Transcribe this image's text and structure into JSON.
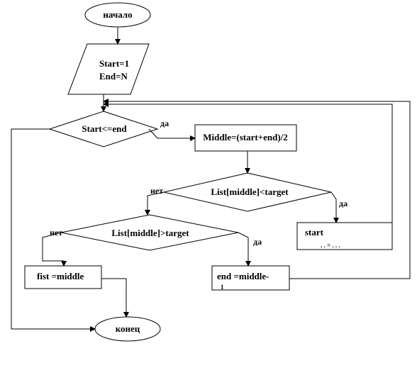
{
  "flowchart": {
    "start_label": "начало",
    "init_line1": "Start=1",
    "init_line2": "End=N",
    "cond1": "Start<=end",
    "cond1_yes": "да",
    "middle_calc": "Middle=(start+end)/2",
    "cond2": "List[middle]<target",
    "cond2_no": "нет",
    "cond2_yes": "да",
    "start_update_line1": "start",
    "start_update_line2": ". . = . . .",
    "cond3": "List[middle]>target",
    "cond3_no": "нет",
    "cond3_yes": "да",
    "fist_middle": "fist  =middle",
    "end_update_line1": "end =middle-",
    "end_update_line2": "1",
    "end_label": "конец"
  }
}
